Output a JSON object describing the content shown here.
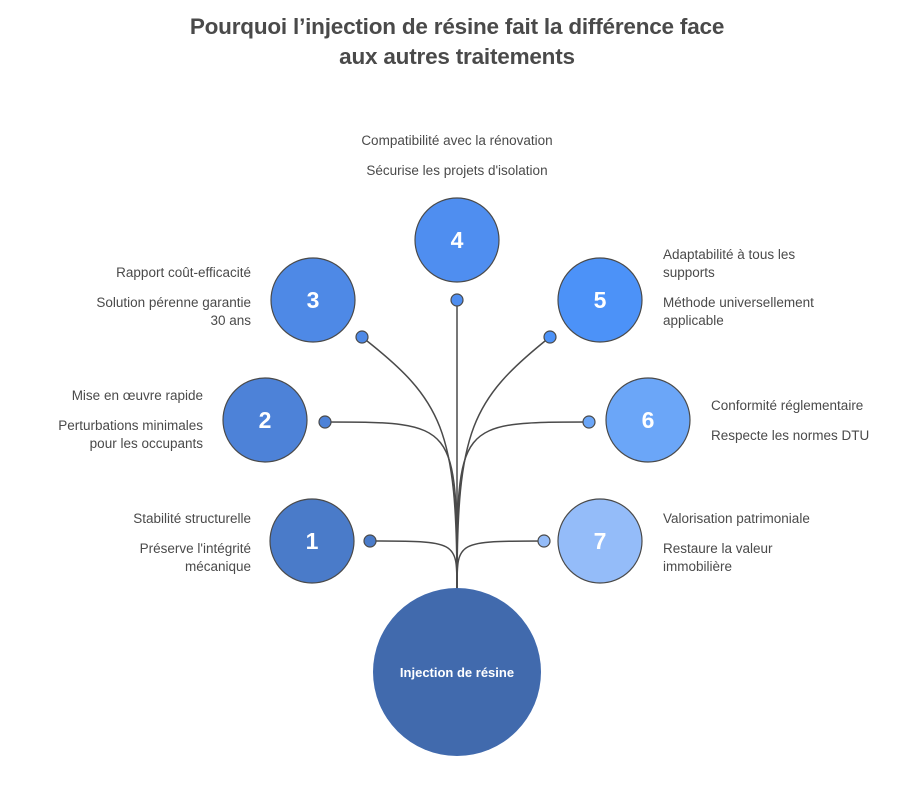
{
  "title": {
    "line1": "Pourquoi l’injection de résine fait la différence face",
    "line2": "aux autres traitements"
  },
  "center": {
    "label": "Injection de résine",
    "color": "#416aad"
  },
  "items": [
    {
      "number": "1",
      "heading": "Stabilité structurelle",
      "description": "Préserve l'intégrité mécanique",
      "desc_lines": [
        "Préserve l'intégrité",
        "mécanique"
      ],
      "side": "left",
      "color": "#4a7bc9"
    },
    {
      "number": "2",
      "heading": "Mise en œuvre rapide",
      "description": "Perturbations minimales pour les occupants",
      "desc_lines": [
        "Perturbations minimales",
        "pour les occupants"
      ],
      "side": "left",
      "color": "#4d82d8"
    },
    {
      "number": "3",
      "heading": "Rapport coût-efficacité",
      "description": "Solution pérenne garantie 30 ans",
      "desc_lines": [
        "Solution pérenne garantie",
        "30 ans"
      ],
      "side": "left",
      "color": "#4e89e6"
    },
    {
      "number": "4",
      "heading": "Compatibilité avec la rénovation",
      "description": "Sécurise les projets d'isolation",
      "desc_lines": [
        "Sécurise les projets d'isolation"
      ],
      "side": "top",
      "color": "#4f8ef0"
    },
    {
      "number": "5",
      "heading_lines": [
        "Adaptabilité à tous les",
        "supports"
      ],
      "heading": "Adaptabilité à tous les supports",
      "description": "Méthode universellement applicable",
      "desc_lines": [
        "Méthode universellement",
        "applicable"
      ],
      "side": "right",
      "color": "#4c92f8"
    },
    {
      "number": "6",
      "heading": "Conformité réglementaire",
      "description": "Respecte les normes DTU",
      "desc_lines": [
        "Respecte les normes DTU"
      ],
      "side": "right",
      "color": "#6ba6f8"
    },
    {
      "number": "7",
      "heading": "Valorisation patrimoniale",
      "description": "Restaure la valeur immobilière",
      "desc_lines": [
        "Restaure la valeur",
        "immobilière"
      ],
      "side": "right",
      "color": "#94bcf9"
    }
  ]
}
